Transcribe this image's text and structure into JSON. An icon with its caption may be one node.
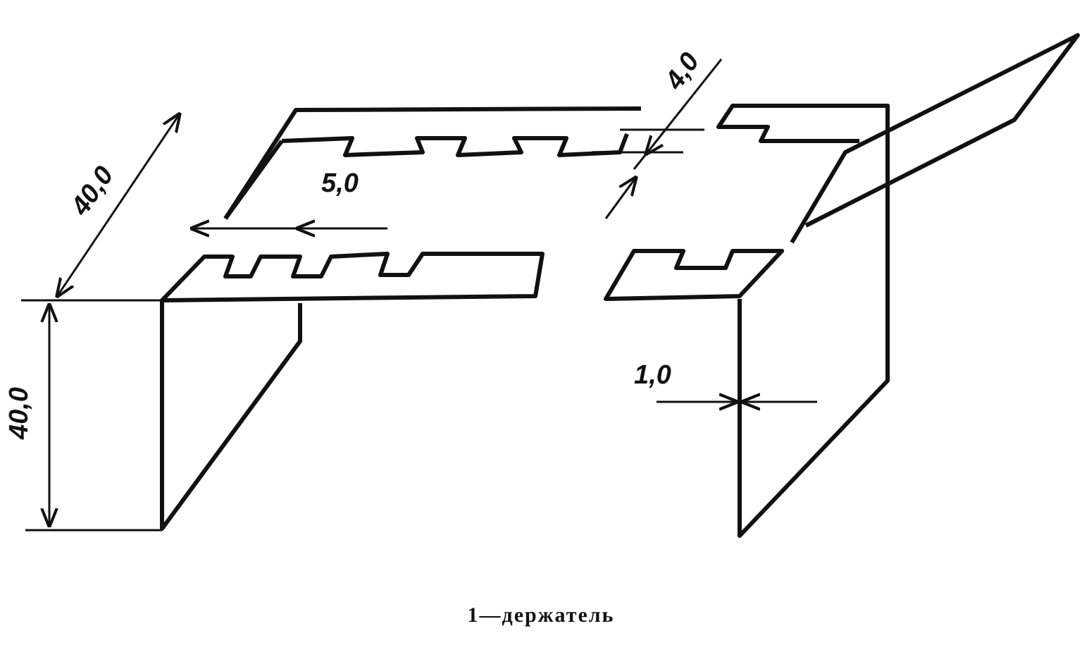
{
  "diagram": {
    "caption": "1—держатель",
    "labels": [
      "4,0",
      "40,0",
      "5,0",
      "40,0",
      "1,0"
    ]
  }
}
